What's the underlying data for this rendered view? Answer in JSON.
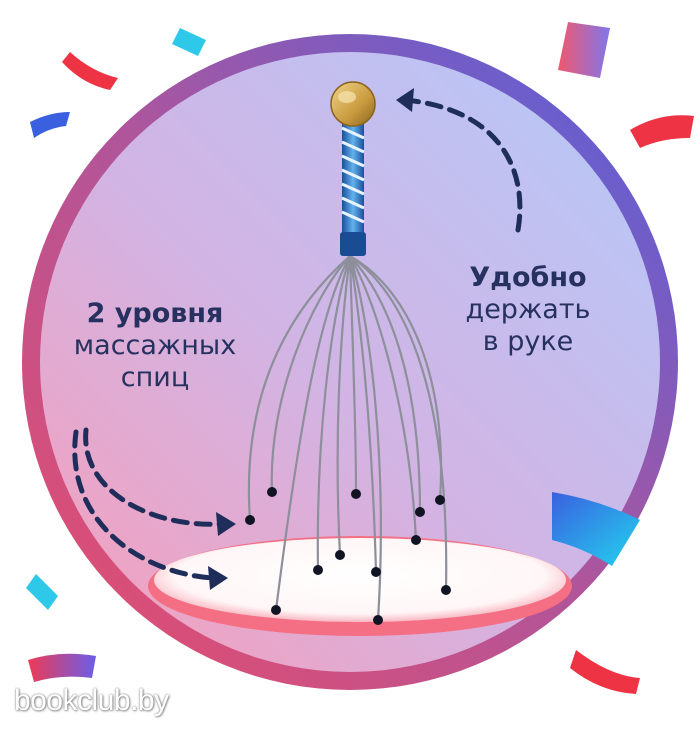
{
  "left_caption": {
    "bold": "2 уровня",
    "line2": "массажных",
    "line3": "спиц"
  },
  "right_caption": {
    "bold": "Удобно",
    "line2": "держать",
    "line3": "в руке"
  },
  "watermark": "bookclub.by",
  "colors": {
    "ring_gradient": [
      "#e0406a",
      "#5a5fe0"
    ],
    "inner_gradient": [
      "#bcc8f6",
      "#e8a8c8"
    ],
    "text": "#27315f",
    "arrow": "#1e2d5a",
    "confetti_red": "#ee3344",
    "confetti_blue": "#3a60e0",
    "confetti_cyan": "#2ec8e8"
  },
  "icons": [
    "head-massager-image",
    "dashed-arrow-icon",
    "confetti-decoration"
  ]
}
